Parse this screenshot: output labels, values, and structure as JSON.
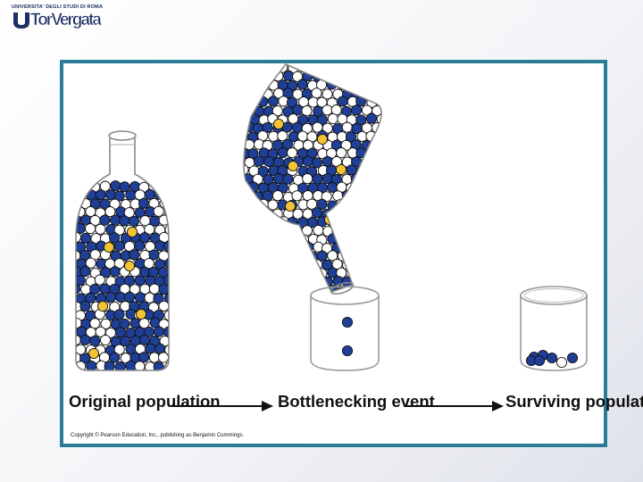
{
  "logo": {
    "university_line": "UNIVERSITA' DEGLI STUDI DI ROMA",
    "name": "TorVergata"
  },
  "figure": {
    "labels": {
      "original": "Original population",
      "bottleneck": "Bottlenecking event",
      "surviving": "Surviving population"
    },
    "copyright": "Copyright © Pearson Education, Inc., publishing as Benjamin Cummings.",
    "colors": {
      "frame": "#2b7c98",
      "blue_marble": "#1f3f96",
      "white_marble": "#ffffff",
      "yellow_marble": "#f2c335"
    }
  }
}
